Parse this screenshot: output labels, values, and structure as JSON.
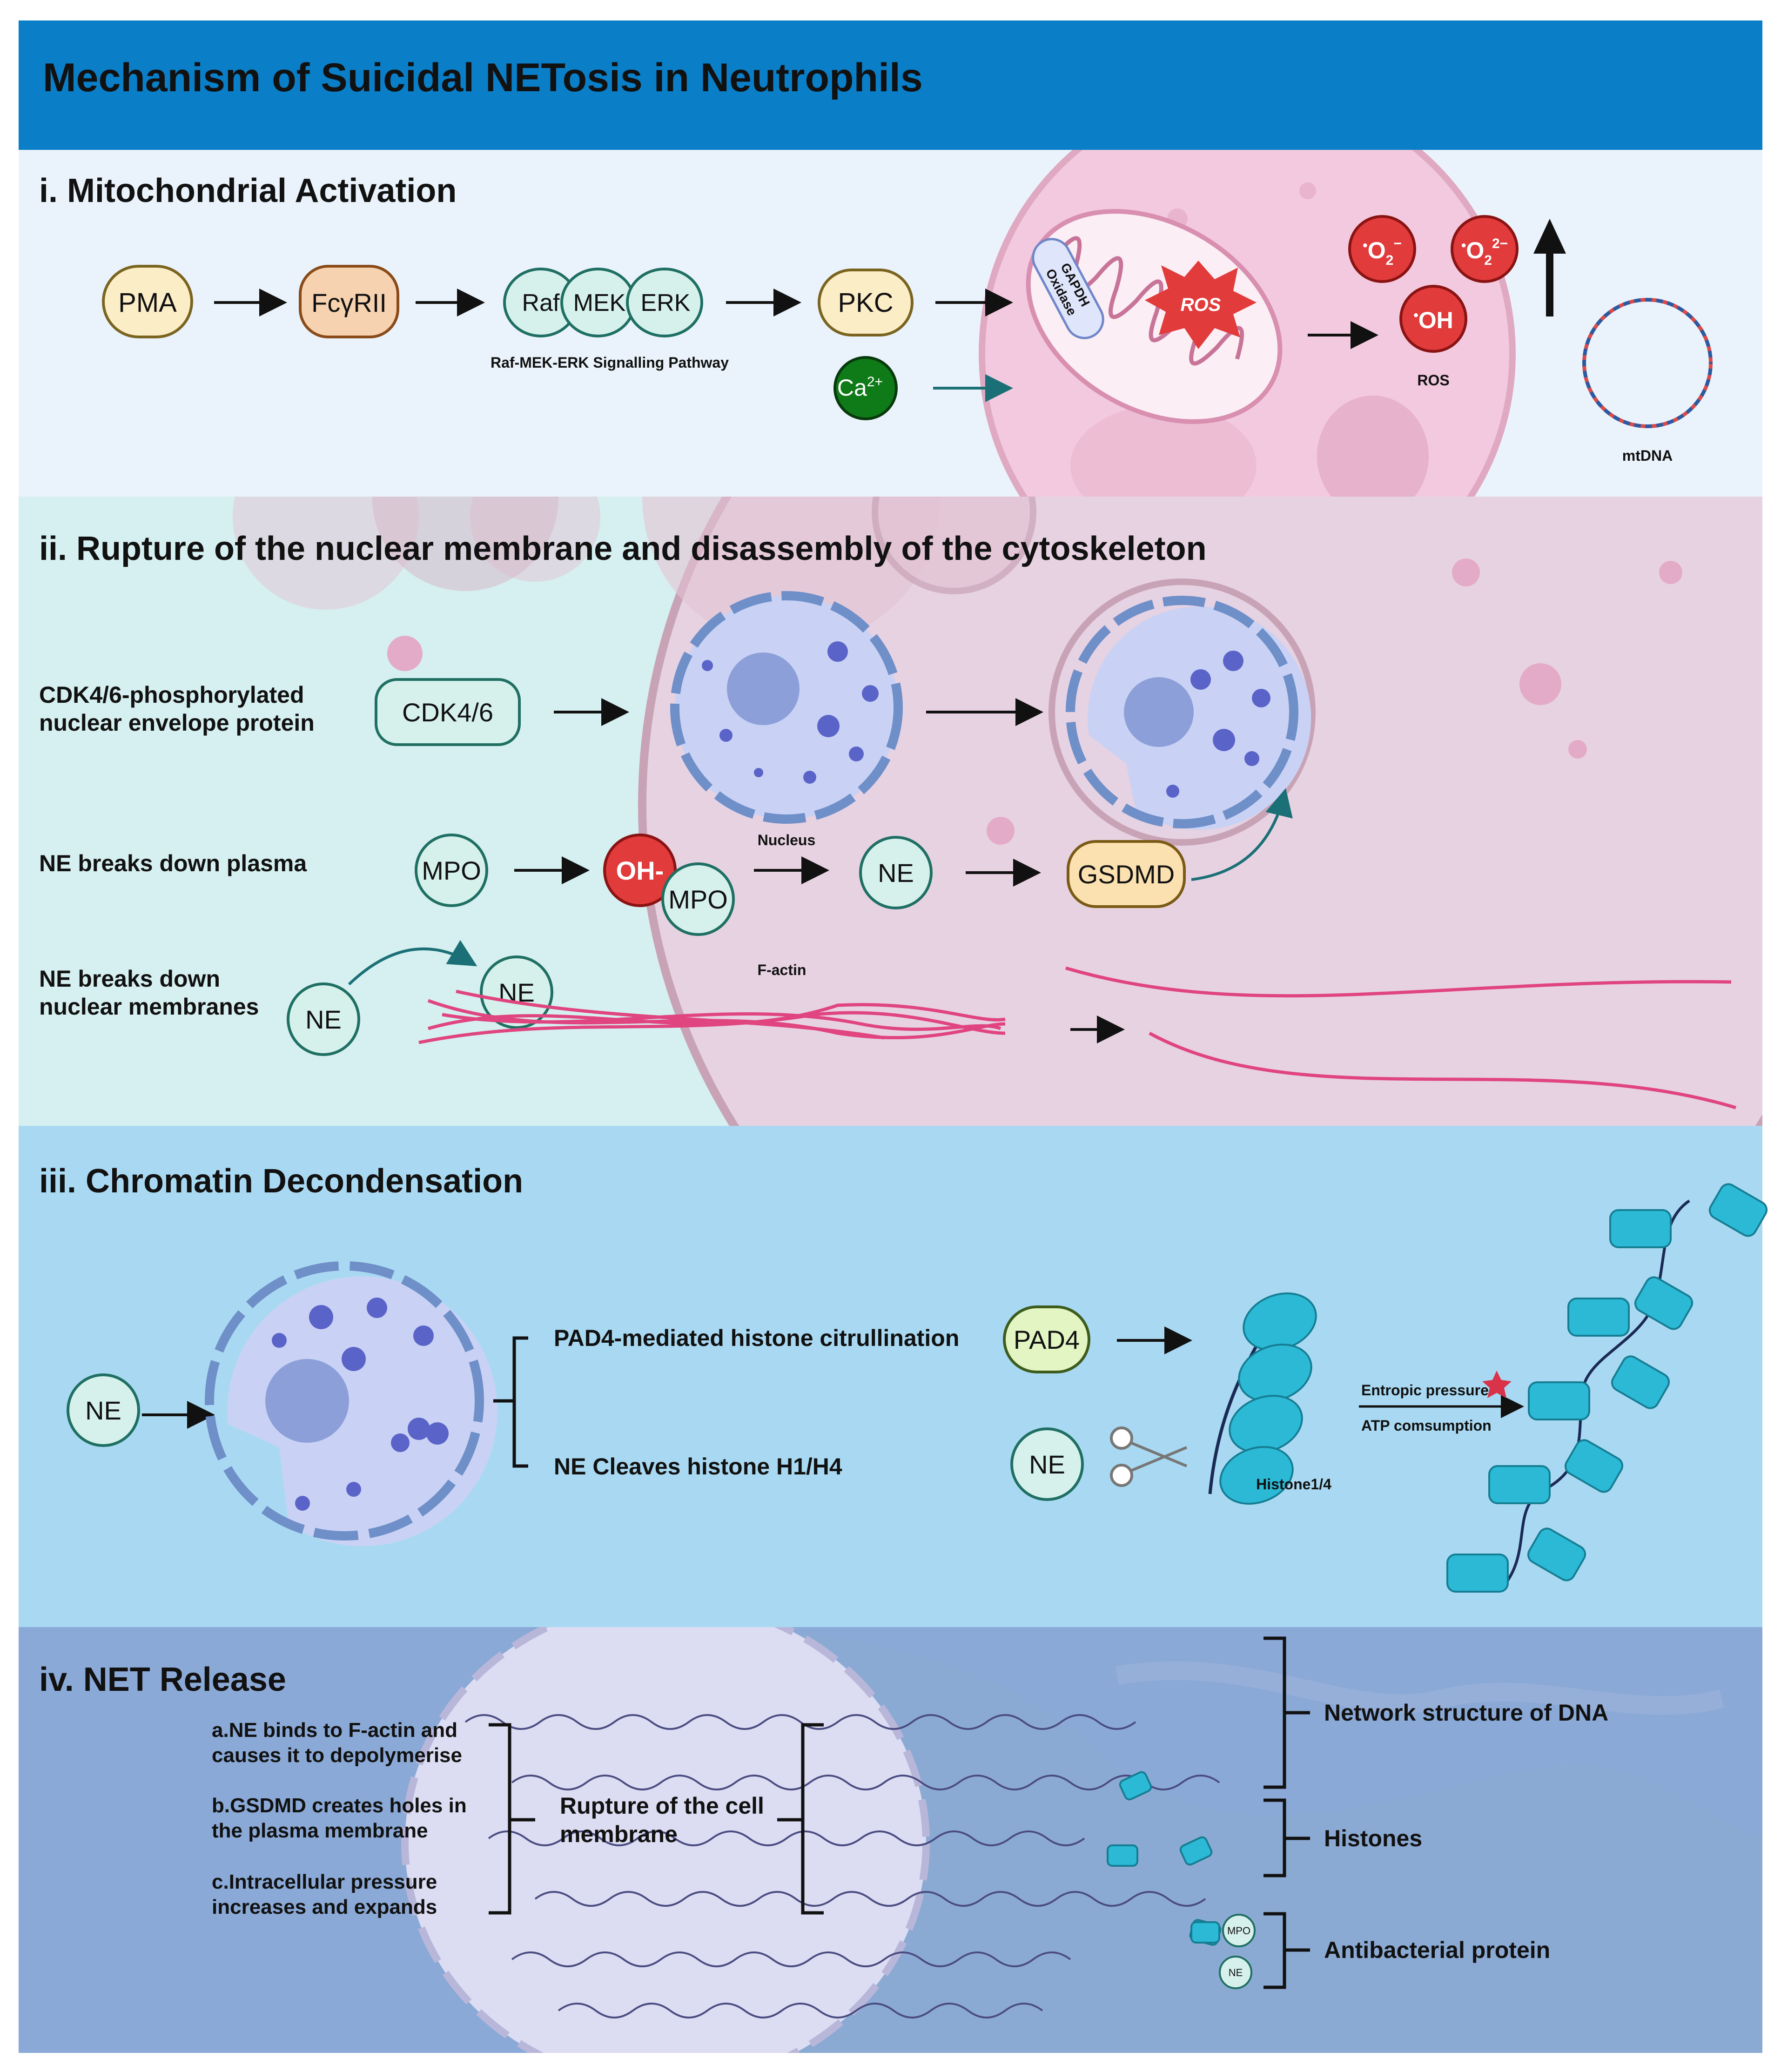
{
  "header": {
    "title": "Mechanism of Suicidal NETosis in Neutrophils"
  },
  "colors": {
    "header_bg": "#0a7ec7",
    "panel1_bg": "#eaf3fb",
    "panel2_bg": "#d6eff0",
    "panel3_bg": "#a9d9f2",
    "panel4_bg": "#8aa9d6",
    "cell_pink": "#f2c6dc",
    "nucleus": "#c9d2f4",
    "teal_node": "#d6f1ec",
    "teal_border": "#1f6f63",
    "orange_node": "#f6d2b0",
    "yellow_node": "#fbedc6",
    "ros_red": "#e13b3b",
    "calcium_green": "#0f7a18",
    "histone_cyan": "#2bb9d6"
  },
  "panel1": {
    "title": "i. Mitochondrial Activation",
    "nodes": {
      "pma": "PMA",
      "fcr": "FcγRII",
      "raf": "Raf",
      "mek": "MEK",
      "erk": "ERK",
      "pkc": "PKC",
      "ca": "Ca",
      "ca_sup": "2+"
    },
    "pathway_label": "Raf-MEK-ERK Signalling Pathway",
    "enzyme_label_1": "GAPDH",
    "enzyme_label_2": "Oxidase",
    "ros_burst": "ROS",
    "ros_species": {
      "o2_minus": "O",
      "o2_minus_sub": "2",
      "o2_minus_sup": "−",
      "o2_2minus": "O",
      "o2_2minus_sub": "2",
      "o2_2minus_sup": "2−",
      "oh": "OH",
      "dot": "•"
    },
    "ros_label": "ROS",
    "mtdna_label": "mtDNA"
  },
  "panel2": {
    "title": "ii. Rupture of the nuclear membrane and disassembly of the cytoskeleton",
    "row1_label_1": "CDK4/6-phosphorylated",
    "row1_label_2": "nuclear envelope protein",
    "cdk": "CDK4/6",
    "nucleus_label": "Nucleus",
    "row2_label": "NE breaks down plasma",
    "mpo": "MPO",
    "oh": "OH-",
    "mpo2": "MPO",
    "ne": "NE",
    "gsdmd": "GSDMD",
    "row3_label_1": "NE breaks down",
    "row3_label_2": "nuclear membranes",
    "ne_a": "NE",
    "ne_b": "NE",
    "factin_label": "F-actin"
  },
  "panel3": {
    "title": "iii. Chromatin Decondensation",
    "ne": "NE",
    "branch1": "PAD4-mediated histone citrullination",
    "branch2": "NE Cleaves histone H1/H4",
    "pad4": "PAD4",
    "ne2": "NE",
    "histone_label": "Histone1/4",
    "entropic": "Entropic pressure",
    "atp": "ATP comsumption"
  },
  "panel4": {
    "title": "iv. NET Release",
    "cause_a_1": "a.NE binds to F-actin and",
    "cause_a_2": "causes it to depolymerise",
    "cause_b_1": "b.GSDMD creates holes in",
    "cause_b_2": "the plasma membrane",
    "cause_c_1": "c.Intracellular pressure",
    "cause_c_2": "increases and expands",
    "rupture_1": "Rupture of the cell",
    "rupture_2": "membrane",
    "net_dna": "Network structure of DNA",
    "histones": "Histones",
    "antibacterial": "Antibacterial protein",
    "mini_mpo": "MPO",
    "mini_ne": "NE"
  }
}
